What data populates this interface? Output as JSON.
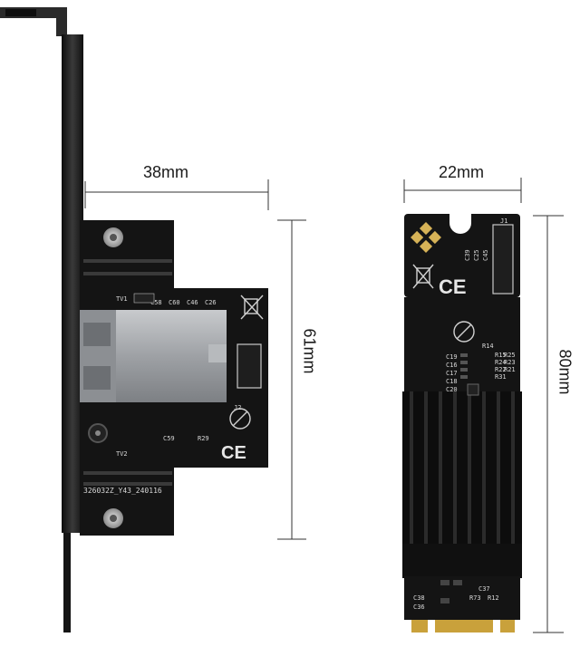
{
  "dimensions": {
    "pcie_width": "38mm",
    "pcie_height": "61mm",
    "m2_width": "22mm",
    "m2_length": "80mm"
  },
  "pcie_board": {
    "part_marking": "326032Z_Y43_240116",
    "transformer_1": "TV1",
    "transformer_2": "TV2",
    "connector": "J2",
    "components_top": [
      "C58",
      "C60",
      "C46",
      "C26"
    ],
    "components_bottom": [
      "C59",
      "R29"
    ],
    "cert_mark": "CE"
  },
  "m2_card": {
    "connector": "J1",
    "ic_marks": [
      "C39",
      "C25",
      "C45"
    ],
    "components_mid": [
      "C19",
      "C16",
      "C17",
      "C18",
      "C20",
      "R14",
      "R15",
      "R25",
      "R24",
      "R23",
      "R22",
      "R21",
      "R31"
    ],
    "components_bottom": [
      "C38",
      "C36",
      "C37",
      "R73",
      "R12"
    ],
    "cert_mark": "CE"
  },
  "colors": {
    "pcb": "#141414",
    "bracket": "#2a2a2a",
    "rj45": "#a9acb0",
    "heatsink": "#0d0d0d",
    "gold_finger": "#c9a13b"
  }
}
